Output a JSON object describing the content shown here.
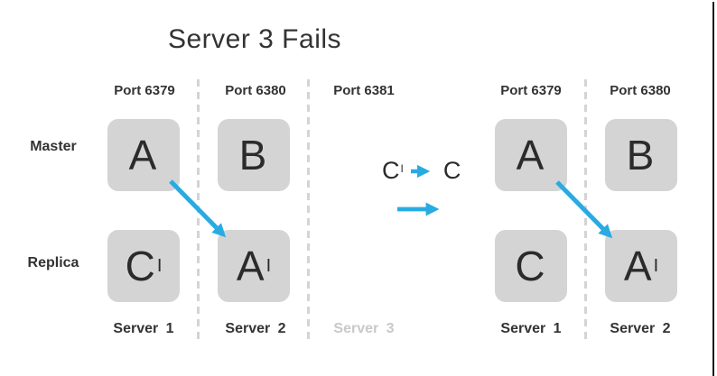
{
  "title": "Server 3 Fails",
  "colors": {
    "accent_blue": "#29ABE2",
    "box_gray": "#D4D4D4",
    "text_dark": "#333333",
    "muted_gray": "#C9C9C9"
  },
  "left": {
    "ports": [
      "Port 6379",
      "Port 6380",
      "Port 6381"
    ],
    "rows": [
      "Master",
      "Replica"
    ],
    "boxes": [
      {
        "base": "A",
        "prime": ""
      },
      {
        "base": "B",
        "prime": ""
      },
      {
        "base": "C",
        "prime": "I"
      },
      {
        "base": "A",
        "prime": "I"
      }
    ],
    "servers": [
      "Server 1",
      "Server 2",
      "Server 3"
    ]
  },
  "middle": {
    "from_base": "C",
    "from_prime": "I",
    "to_base": "C"
  },
  "right": {
    "ports": [
      "Port 6379",
      "Port 6380"
    ],
    "boxes": [
      {
        "base": "A",
        "prime": ""
      },
      {
        "base": "B",
        "prime": ""
      },
      {
        "base": "C",
        "prime": ""
      },
      {
        "base": "A",
        "prime": "I"
      }
    ],
    "servers": [
      "Server 1",
      "Server 2"
    ]
  }
}
